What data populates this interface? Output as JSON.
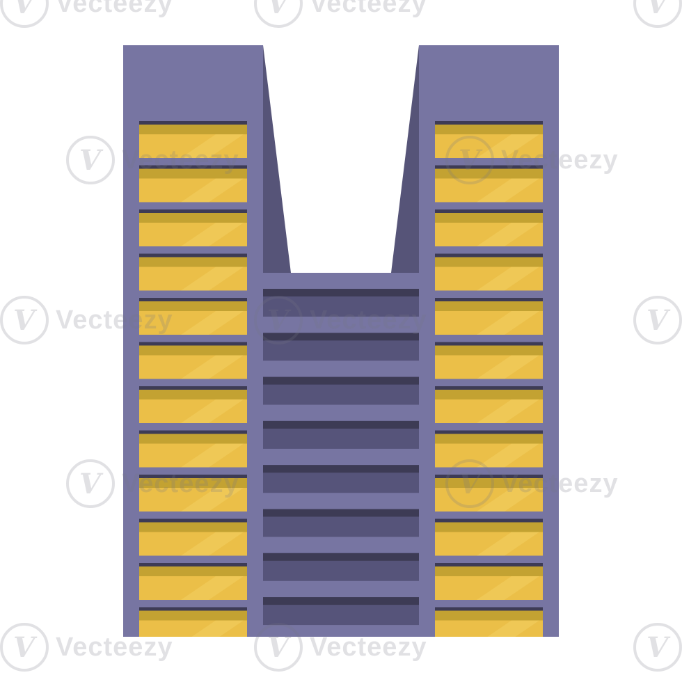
{
  "watermark": {
    "text": "Vecteezy",
    "logo_glyph": "V"
  },
  "illustration": {
    "subject": "skyscraper",
    "towers": 2,
    "floors_per_tower": 12,
    "bridge_floors": 8,
    "colors": {
      "facade": "#7775a2",
      "facade_shadow": "#565478",
      "window": "#ebbf48",
      "window_top": "#c3a232",
      "window_frame": "#3d3b55",
      "window_highlight": "#f3d063",
      "bridge_window": "#56547a",
      "bridge_frame": "#3d3b55",
      "background": "#ffffff"
    }
  }
}
